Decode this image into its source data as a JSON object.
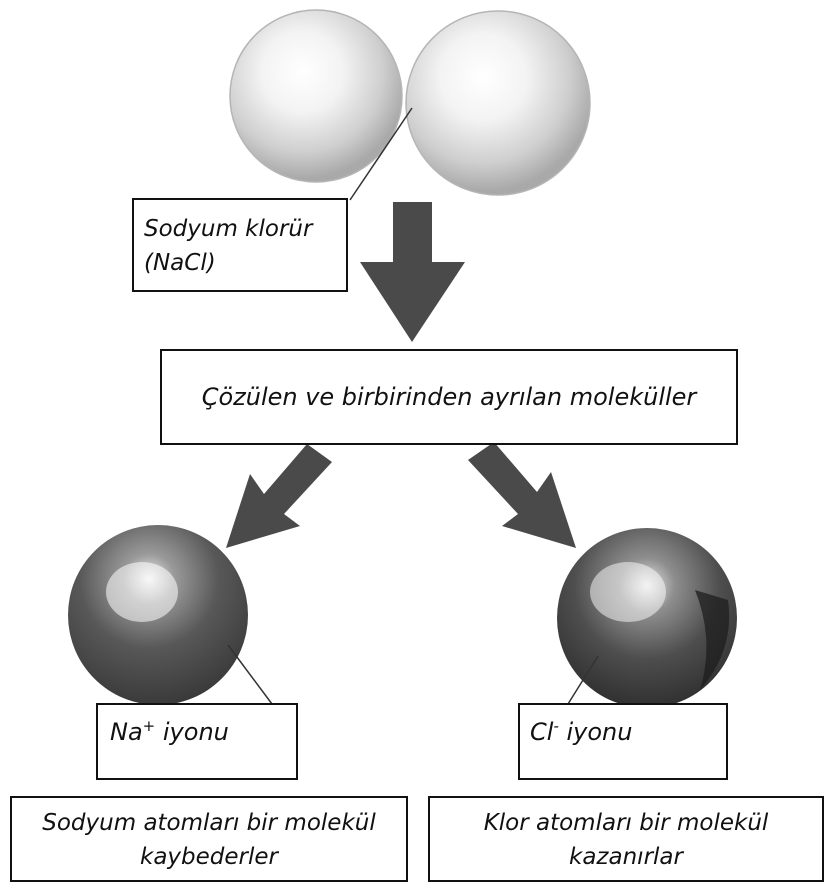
{
  "diagram": {
    "nacl_label_line1": "Sodyum klorür",
    "nacl_label_line2": "(NaCl)",
    "dissolved_label": "Çözülen ve birbirinden ayrılan moleküller",
    "na_ion": {
      "symbol": "Na",
      "charge": "+",
      "word": "iyonu"
    },
    "cl_ion": {
      "symbol": "Cl",
      "charge": "-",
      "word": "iyonu"
    },
    "na_note_line1": "Sodyum atomları bir molekül",
    "na_note_line2": "kaybederler",
    "cl_note_line1": "Klor atomları bir molekül",
    "cl_note_line2": "kazanırlar"
  },
  "colors": {
    "neutral_atom": "#c9c9c9",
    "ion_sphere": "#4a4a4a",
    "arrow": "#4a4a4a"
  }
}
